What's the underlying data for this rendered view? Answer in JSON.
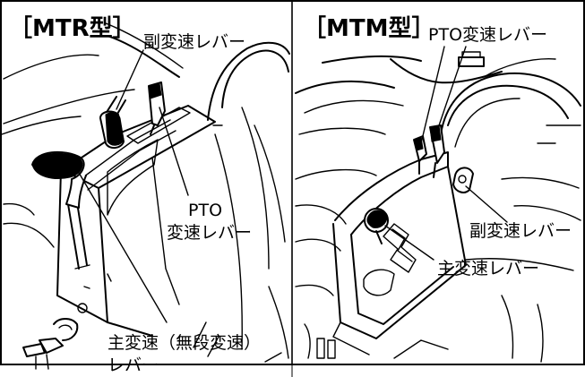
{
  "panels": [
    {
      "title": "［MTR型］",
      "labels": {
        "sub_shift": "副変速レバー",
        "pto_line1": "PTO",
        "pto_line2": "変速レバー",
        "main_line1": "主変速（無段変速）",
        "main_line2": "レバー"
      }
    },
    {
      "title": "［MTM型］",
      "labels": {
        "pto": "PTO変速レバー",
        "sub_shift": "副変速レバー",
        "main": "主変速レバー"
      }
    }
  ]
}
